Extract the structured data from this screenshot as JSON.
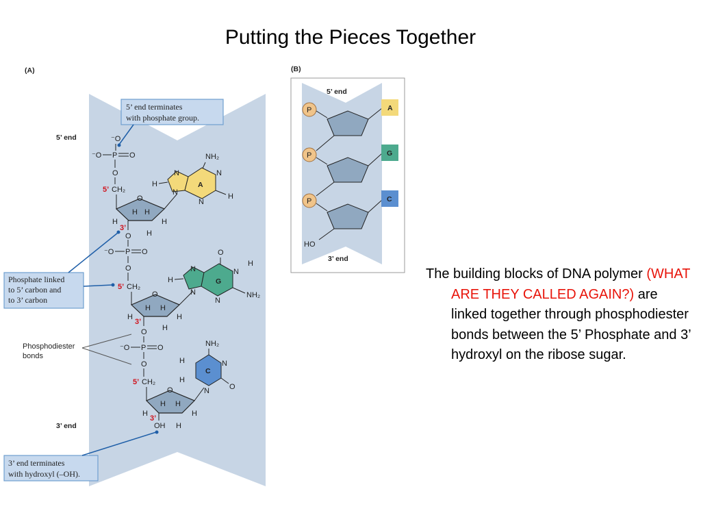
{
  "slide": {
    "title": "Putting the Pieces Together"
  },
  "panel_a": {
    "label": "(A)",
    "five_end": "5’ end",
    "three_end": "3’ end",
    "callout_top_line1": "5’ end terminates",
    "callout_top_line2": "with phosphate group.",
    "callout_mid_line1": "Phosphate linked",
    "callout_mid_line2": "to 5’ carbon and",
    "callout_mid_line3": "to 3’ carbon",
    "phosphodiester_line1": "Phosphodiester",
    "phosphodiester_line2": "bonds",
    "callout_bottom_line1": "3’ end terminates",
    "callout_bottom_line2": "with hydroxyl (–OH).",
    "bases": [
      "A",
      "G",
      "C"
    ],
    "atoms": {
      "o_minus_top": "⁻O",
      "o_minus": "⁻O",
      "p": "P",
      "o": "O",
      "ch2": "CH₂",
      "h": "H",
      "n": "N",
      "nh2": "NH₂",
      "oh": "OH",
      "five_prime": "5’",
      "three_prime": "3’"
    }
  },
  "panel_b": {
    "label": "(B)",
    "five_end": "5’ end",
    "three_end": "3’ end",
    "phosphate": "P",
    "bases": [
      "A",
      "G",
      "C"
    ],
    "ho": "HO"
  },
  "caption": {
    "part1": "The building blocks of DNA polymer  ",
    "highlight": "(WHAT ARE THEY CALLED AGAIN?)",
    "part2": " are linked together through phosphodiester bonds between the 5’ Phosphate and 3’ hydroxyl on the ribose sugar."
  },
  "colors": {
    "backbone": "#c7d5e5",
    "callout_box": "#c7d9ee",
    "adenine": "#f3d97a",
    "guanine": "#4daa8e",
    "cytosine": "#5b8fd0",
    "phosphate_circle": "#f0c48a",
    "sugar": "#90a8c0",
    "highlight_text": "#e8140a"
  }
}
